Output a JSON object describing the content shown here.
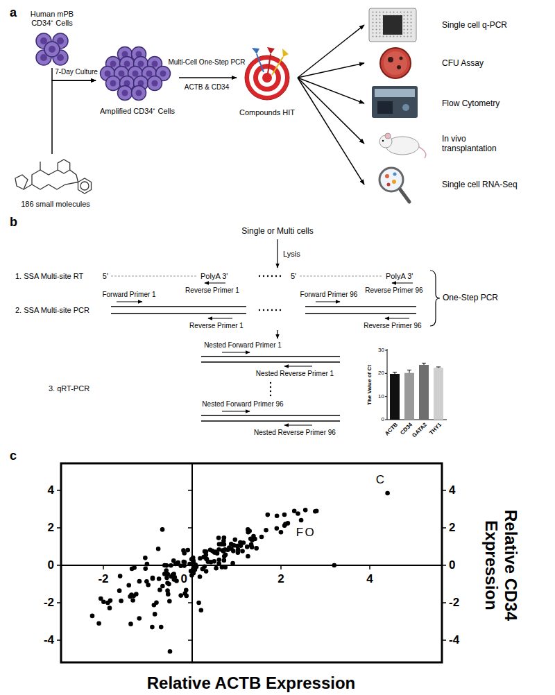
{
  "diagram": {
    "nodes": [
      {
        "text": [
          "Human mPB CD34⁺ Cells"
        ]
      },
      {
        "text": [
          "186 small molecules"
        ]
      },
      {
        "text": [
          "Amplified CD34⁺ Cells"
        ]
      },
      {
        "text": [
          "Compounds HIT"
        ]
      },
      {
        "text": [
          "Single cell q-PCR"
        ]
      },
      {
        "text": [
          "CFU Assay"
        ]
      },
      {
        "text": [
          "Flow Cytometry"
        ]
      },
      {
        "text": [
          "In vivo transplantation"
        ]
      },
      {
        "text": [
          "Single cell RNA-Seq"
        ]
      }
    ],
    "edges": [
      {
        "from": 0,
        "to": 2,
        "arrow": "to",
        "label": "7-Day Culture"
      },
      {
        "from": 1,
        "to": 2,
        "arrow": "to"
      },
      {
        "from": 2,
        "to": 3,
        "arrow": "to",
        "label": "Multi-Cell One-Step PCR"
      },
      {
        "from": 3,
        "to": 4,
        "arrow": "to"
      },
      {
        "from": 3,
        "to": 5,
        "arrow": "to"
      },
      {
        "from": 3,
        "to": 6,
        "arrow": "to"
      },
      {
        "from": 3,
        "to": 7,
        "arrow": "to"
      },
      {
        "from": 3,
        "to": 8,
        "arrow": "to"
      }
    ],
    "labels": [
      "a",
      "ACTB & CD34",
      "b",
      "Single or Multi cells",
      "Lysis",
      "1. SSA Multi-site RT",
      "5'",
      "PolyA 3'",
      "Reverse Primer 1",
      "5'",
      "PolyA 3'",
      "Reverse Primer 96",
      "One-Step PCR",
      "2. SSA Multi-site PCR",
      "Forward Primer 1",
      "Forward Primer 96",
      "Reverse Primer 1",
      "Reverse Primer 96",
      "3. qRT-PCR",
      "Nested Forward Primer 1",
      "Nested Reverse Primer 1",
      "Nested Forward Primer 96",
      "Nested Reverse Primer 96",
      "30",
      "20",
      "10",
      "0",
      "The Value of Ct",
      "ACTB",
      "CD34",
      "GATA2",
      "THY1",
      "c",
      "4",
      "2",
      "0",
      "-2",
      "-4",
      "4",
      "2",
      "0",
      "-2",
      "-4",
      "-2",
      "0",
      "2",
      "4",
      "F",
      "O",
      "C",
      "Relative ACTB Expression",
      "Relative CD34 Expression"
    ]
  }
}
